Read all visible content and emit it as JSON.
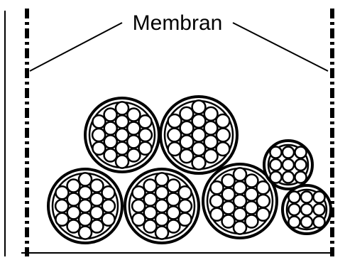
{
  "diagram": {
    "label": "Membran",
    "stroke_color": "#000000",
    "background_color": "#ffffff",
    "membrane_style": "dash-dot",
    "cluster_count": 7,
    "small_circles_per_cluster": [
      19,
      19,
      19,
      19,
      19,
      9,
      9
    ]
  }
}
